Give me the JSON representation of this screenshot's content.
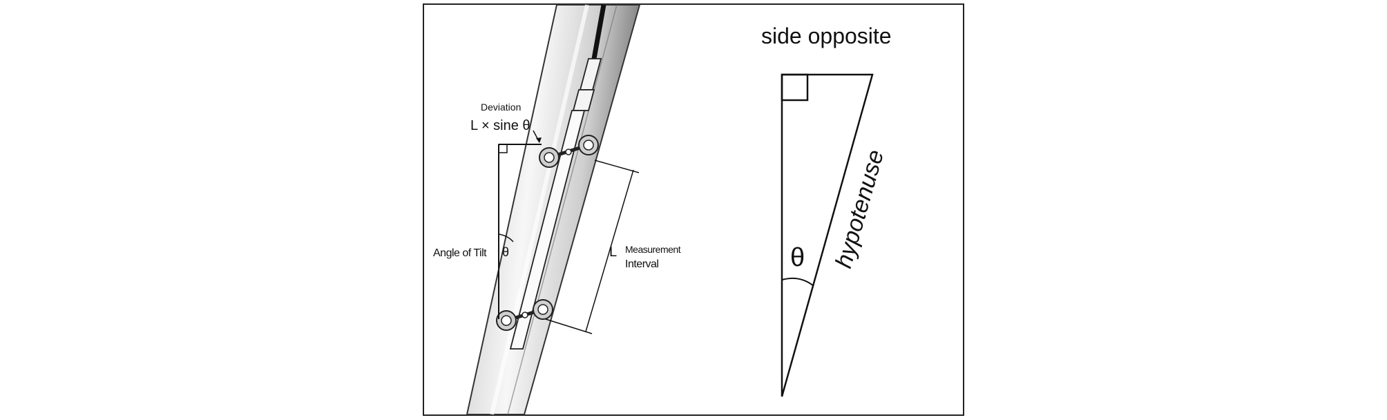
{
  "left_diagram": {
    "deviation_label": "Deviation",
    "deviation_formula": "L × sine θ",
    "angle_label": "Angle of Tilt",
    "angle_symbol": "θ",
    "length_symbol": "L",
    "interval_line1": "Measurement",
    "interval_line2": "Interval"
  },
  "right_diagram": {
    "side_opposite_label": "side opposite",
    "hypotenuse_label": "hypotenuse",
    "angle_symbol": "θ"
  },
  "colors": {
    "frame": "#222222",
    "tube_light": "#f2f2f2",
    "tube_dark": "#9a9a9a",
    "line": "#111111"
  }
}
